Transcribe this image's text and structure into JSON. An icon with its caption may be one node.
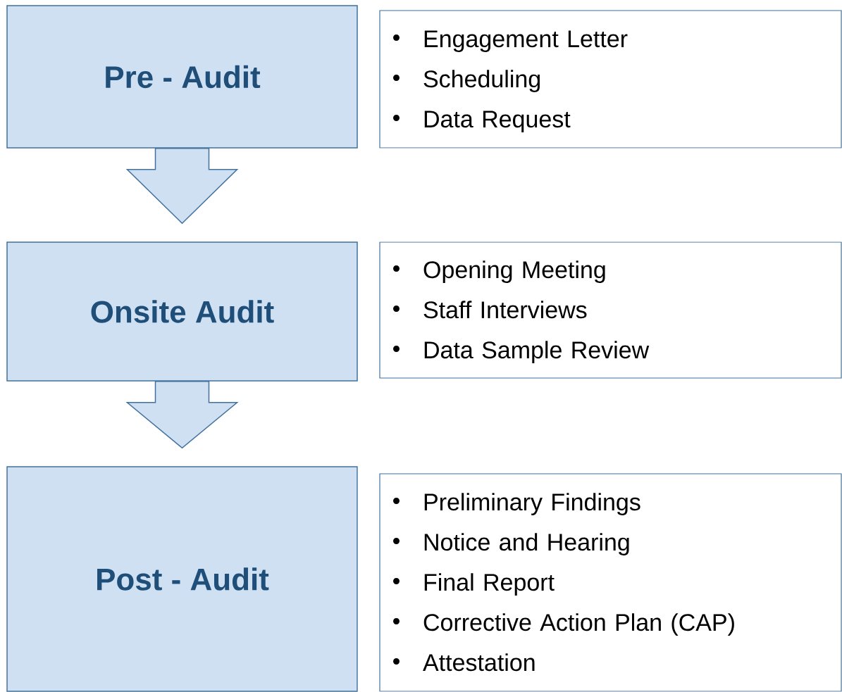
{
  "diagram": {
    "nodes": [
      {
        "text": [
          "Pre - Audit"
        ]
      },
      {
        "text": [
          "Engagement Letter",
          "Scheduling",
          "Data Request"
        ]
      },
      {
        "text": [
          "Onsite Audit"
        ]
      },
      {
        "text": [
          "Opening Meeting",
          "Staff Interviews",
          "Data Sample Review"
        ]
      },
      {
        "text": [
          "Post - Audit"
        ]
      },
      {
        "text": [
          "Preliminary Findings",
          "Notice and Hearing",
          "Final Report",
          "Corrective Action Plan (CAP)",
          "Attestation"
        ]
      }
    ],
    "edges": [
      {
        "from": 0,
        "to": 2,
        "arrow": "to"
      },
      {
        "from": 2,
        "to": 4,
        "arrow": "to"
      }
    ]
  }
}
